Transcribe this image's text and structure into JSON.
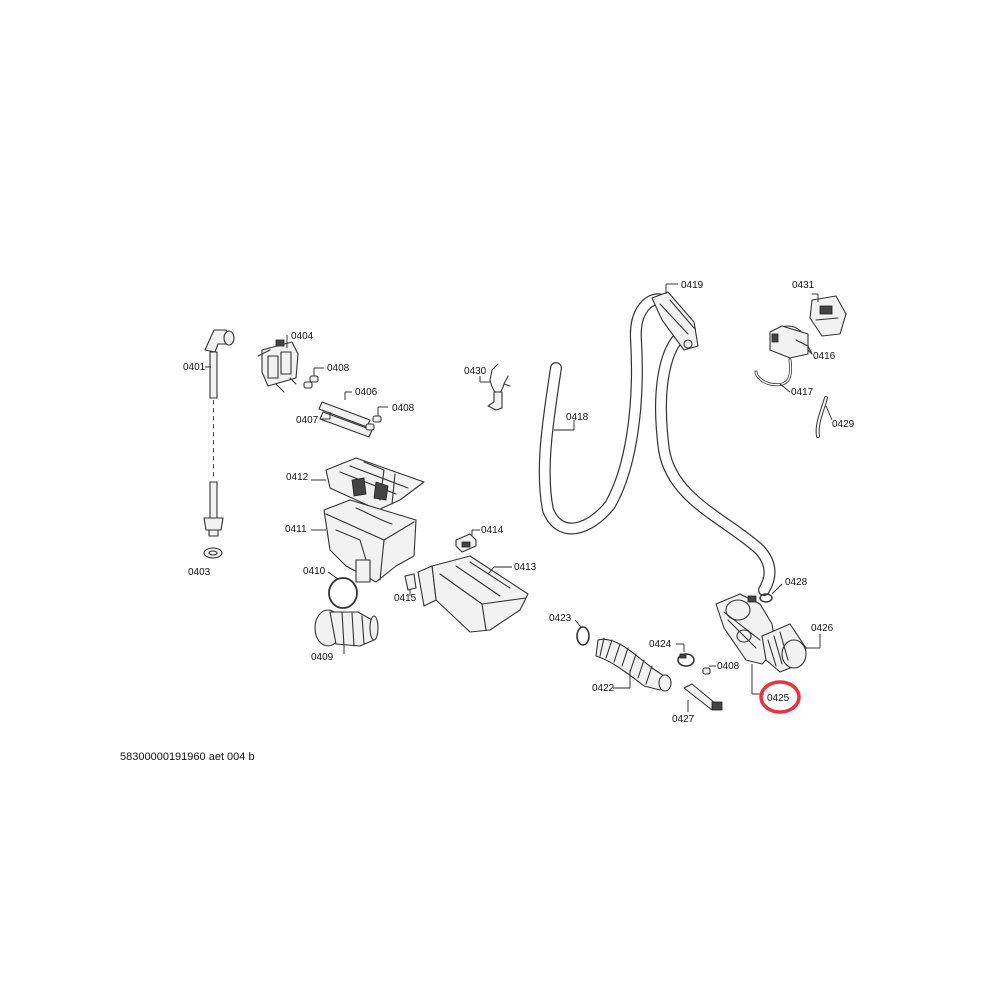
{
  "diagram_code": "58300000191960 aet 004 b",
  "highlighted_part": "0425",
  "parts": {
    "p0401": "0401",
    "p0403": "0403",
    "p0404": "0404",
    "p0406": "0406",
    "p0407": "0407",
    "p0408a": "0408",
    "p0408b": "0408",
    "p0408c": "0408",
    "p0409": "0409",
    "p0410": "0410",
    "p0411": "0411",
    "p0412": "0412",
    "p0413": "0413",
    "p0414": "0414",
    "p0415": "0415",
    "p0416": "0416",
    "p0417": "0417",
    "p0418": "0418",
    "p0419": "0419",
    "p0422": "0422",
    "p0423": "0423",
    "p0424": "0424",
    "p0425": "0425",
    "p0426": "0426",
    "p0427": "0427",
    "p0428": "0428",
    "p0429": "0429",
    "p0430": "0430",
    "p0431": "0431"
  }
}
